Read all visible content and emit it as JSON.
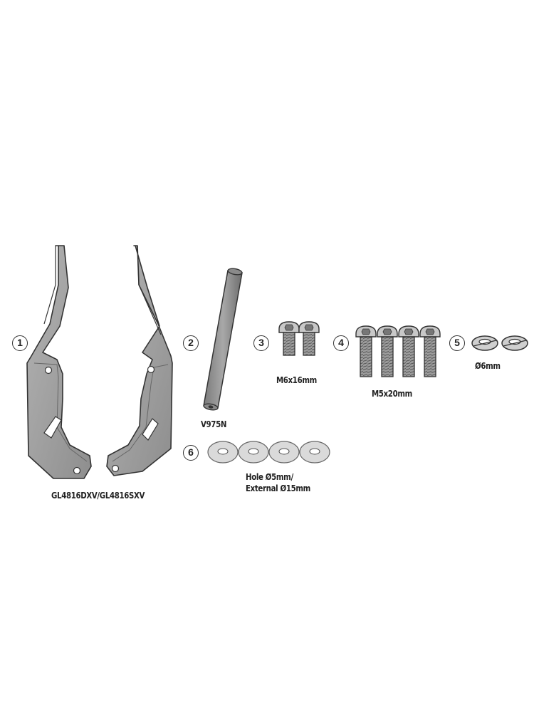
{
  "parts": [
    {
      "number": "1",
      "name": "bracket-pair",
      "label": "GL4816DXV/GL4816SXV"
    },
    {
      "number": "2",
      "name": "spacer-tube",
      "label": "V975N"
    },
    {
      "number": "3",
      "name": "screw-m6",
      "label": "M6x16mm"
    },
    {
      "number": "4",
      "name": "screw-m5",
      "label": "M5x20mm"
    },
    {
      "number": "5",
      "name": "lock-washer",
      "label": "Ø6mm"
    },
    {
      "number": "6",
      "name": "flat-washer",
      "label_line1": "Hole Ø5mm/",
      "label_line2": "External Ø15mm"
    }
  ],
  "colors": {
    "part_fill": "#9a9a9a",
    "part_light": "#c8c8c8",
    "outline": "#333333",
    "washer_fill": "#d9d9d9"
  }
}
